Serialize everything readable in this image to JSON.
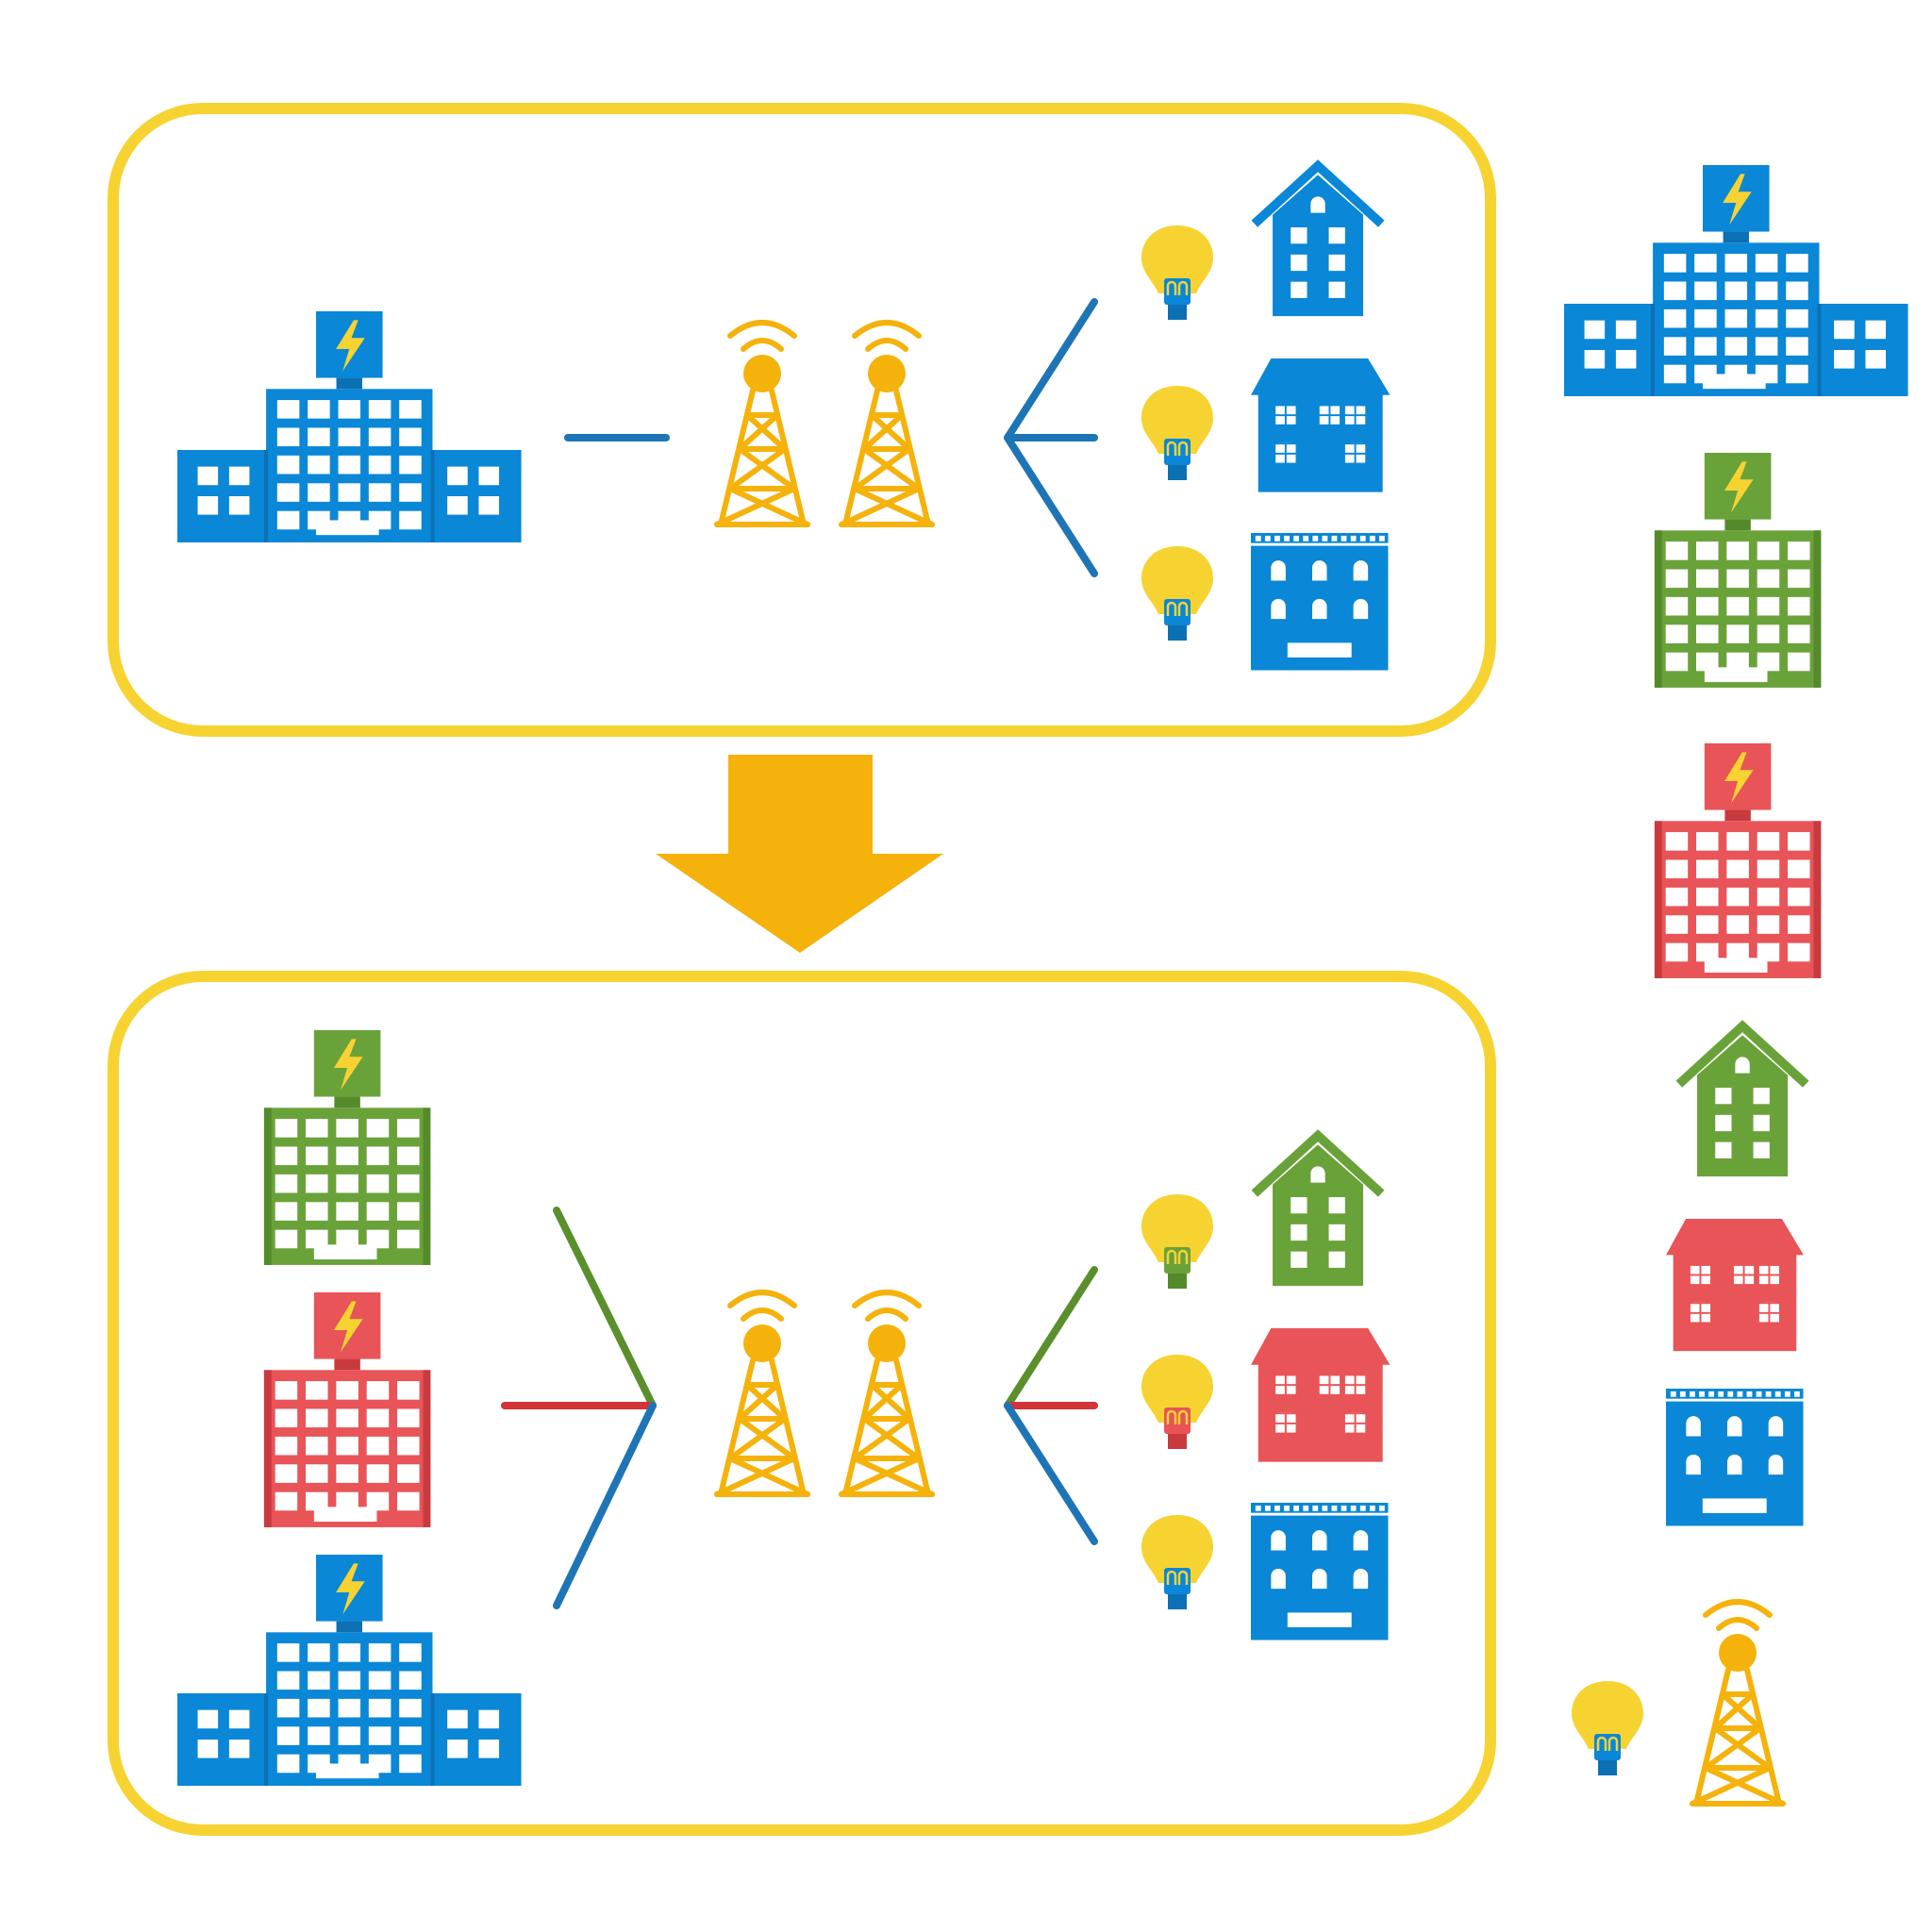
{
  "colors": {
    "blue": "#0A87D6",
    "blue_dark": "#0C70B5",
    "green": "#6AA23A",
    "green_dark": "#548A2A",
    "red": "#E85457",
    "red_dark": "#C83A3E",
    "yellow": "#F7D332",
    "orange": "#F5B20B",
    "line_blue": "#1E75B6",
    "line_green": "#5A8F2C",
    "line_red": "#D23438",
    "frame": "#F7D332",
    "arrow": "#F5B20B"
  },
  "icons": {
    "plant": "power-plant-icon",
    "bolt": "lightning-bolt-icon",
    "tower": "transmission-tower-icon",
    "bulb": "light-bulb-icon",
    "house": "house-icon",
    "apartment": "apartment-icon",
    "office": "office-building-icon",
    "arrow": "down-arrow-icon"
  },
  "panels": [
    {
      "id": "before",
      "plants": [
        "blue"
      ],
      "supply_lines": [
        "blue"
      ],
      "consumer_lines": [
        "blue",
        "blue",
        "blue"
      ],
      "consumers": [
        {
          "type": "house",
          "color": "blue",
          "socket": "blue"
        },
        {
          "type": "apartment",
          "color": "blue",
          "socket": "blue"
        },
        {
          "type": "office",
          "color": "blue",
          "socket": "blue"
        }
      ]
    },
    {
      "id": "after",
      "plants": [
        "green",
        "red",
        "blue"
      ],
      "supply_lines": [
        "green",
        "red",
        "blue"
      ],
      "consumer_lines": [
        "green",
        "red",
        "blue"
      ],
      "consumers": [
        {
          "type": "house",
          "color": "green",
          "socket": "green"
        },
        {
          "type": "apartment",
          "color": "red",
          "socket": "red"
        },
        {
          "type": "office",
          "color": "blue",
          "socket": "blue"
        }
      ]
    }
  ],
  "legend": [
    {
      "type": "plant-wide",
      "color": "blue"
    },
    {
      "type": "plant",
      "color": "green"
    },
    {
      "type": "plant",
      "color": "red"
    },
    {
      "type": "house",
      "color": "green"
    },
    {
      "type": "apartment",
      "color": "red"
    },
    {
      "type": "office",
      "color": "blue"
    },
    {
      "type": "bulb",
      "color": "blue"
    },
    {
      "type": "tower",
      "color": "orange"
    }
  ]
}
